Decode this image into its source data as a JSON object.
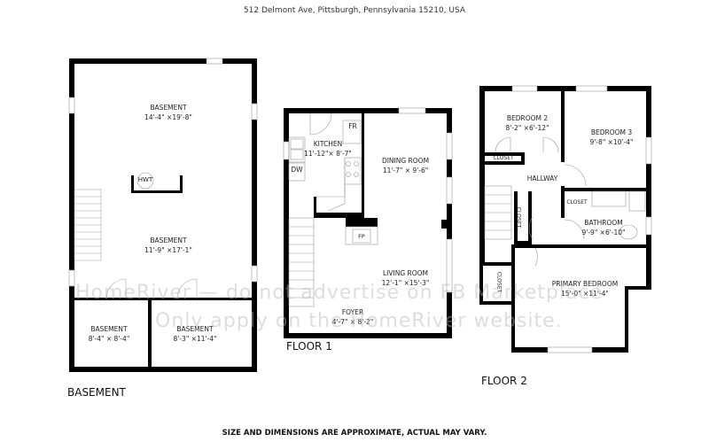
{
  "header": {
    "address": "512 Delmont Ave, Pittsburgh, Pennsylvania 15210, USA"
  },
  "footer": {
    "disclaimer": "SIZE AND DIMENSIONS ARE APPROXIMATE, ACTUAL MAY VARY."
  },
  "watermark": {
    "line1": "HomeRiver — do not advertise on FB Marketplace",
    "line2": "Only apply on the HomeRiver website."
  },
  "floors": {
    "basement": {
      "label": "BASEMENT",
      "rooms": [
        {
          "name": "BASEMENT",
          "dims": "14'-4\" ×19'-8\""
        },
        {
          "name": "BASEMENT",
          "dims": "11'-9\" ×17'-1\""
        },
        {
          "name": "BASEMENT",
          "dims": "8'-4\" × 8'-4\""
        },
        {
          "name": "BASEMENT",
          "dims": "8'-3\" ×11'-4\""
        }
      ],
      "fixtures": {
        "hwt": "HWT"
      }
    },
    "floor1": {
      "label": "FLOOR 1",
      "rooms": [
        {
          "name": "KITCHEN",
          "dims": "11'-12\"× 8'-7\""
        },
        {
          "name": "DINING ROOM",
          "dims": "11'-7\" × 9'-6\""
        },
        {
          "name": "LIVING ROOM",
          "dims": "12'-1\" ×15'-3\""
        },
        {
          "name": "FOYER",
          "dims": "4'-7\" × 8'-2\""
        }
      ],
      "fixtures": {
        "fr": "FR",
        "dw": "DW",
        "fp": "FP"
      }
    },
    "floor2": {
      "label": "FLOOR 2",
      "rooms": [
        {
          "name": "BEDROOM 2",
          "dims": "8'-2\" ×6'-12\""
        },
        {
          "name": "BEDROOM 3",
          "dims": "9'-8\" ×10'-4\""
        },
        {
          "name": "HALLWAY",
          "dims": ""
        },
        {
          "name": "BATHROOM",
          "dims": "9'-9\" ×6'-10\""
        },
        {
          "name": "PRIMARY BEDROOM",
          "dims": "15'-0\" ×11'-4\""
        }
      ],
      "closets": [
        "CLOSET",
        "CLOSET",
        "CLOSET",
        "CLOSET"
      ]
    }
  },
  "colors": {
    "wall": "#000000",
    "window": "#ffffff",
    "thin_line": "#999999"
  }
}
